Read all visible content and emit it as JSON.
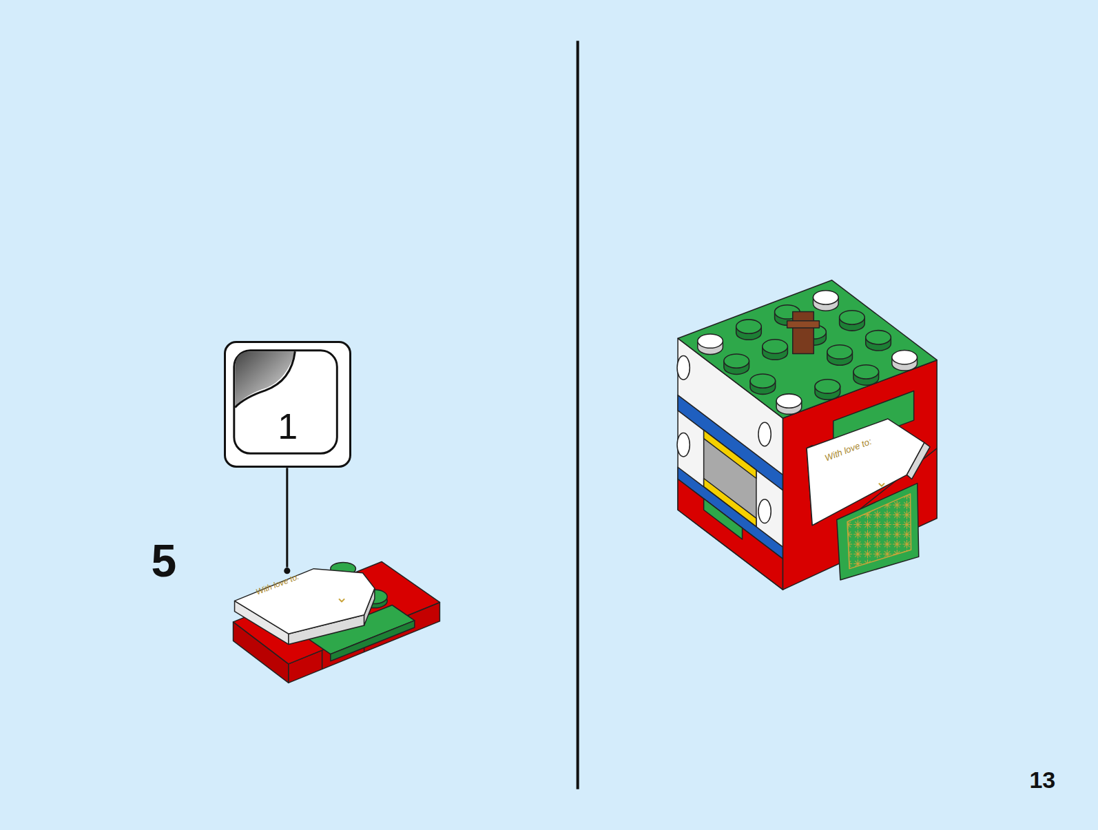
{
  "diagram": {
    "nodes": [
      {
        "text": [
          "1"
        ]
      }
    ],
    "labels": [
      "5",
      "With love to:",
      "With love to:",
      "13"
    ]
  }
}
